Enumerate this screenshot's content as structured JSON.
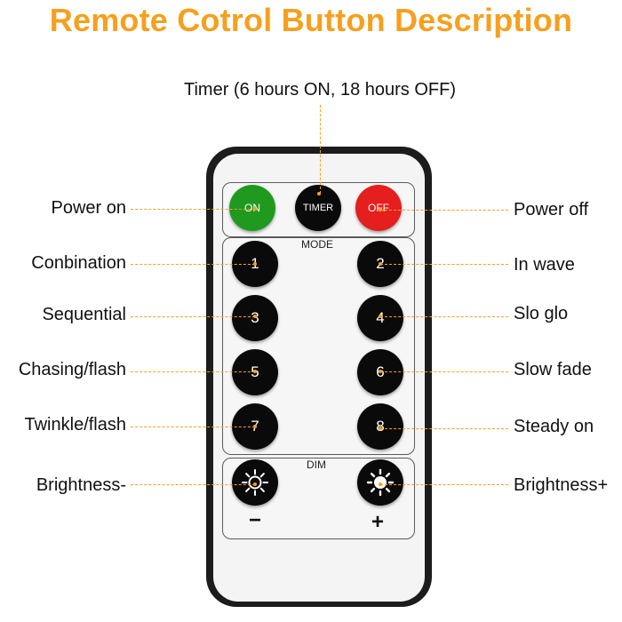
{
  "title": "Remote Cotrol Button Description",
  "timer_label": "Timer (6 hours ON, 18 hours OFF)",
  "colors": {
    "accent": "#f5a01e",
    "on": "#1f9a1f",
    "off": "#e51e1e",
    "button": "#0a0a0a"
  },
  "remote": {
    "power_buttons": {
      "on": "ON",
      "timer": "TIMER",
      "off": "OFF"
    },
    "mode_title": "MODE",
    "modes": [
      "1",
      "2",
      "3",
      "4",
      "5",
      "6",
      "7",
      "8"
    ],
    "dim_title": "DIM",
    "minus": "−",
    "plus": "+"
  },
  "labels": {
    "power_on": "Power on",
    "power_off": "Power off",
    "m1": "Conbination",
    "m2": "In wave",
    "m3": "Sequential",
    "m4": "Slo glo",
    "m5": "Chasing/flash",
    "m6": "Slow fade",
    "m7": "Twinkle/flash",
    "m8": "Steady on",
    "bright_minus": "Brightness-",
    "bright_plus": "Brightness+"
  }
}
